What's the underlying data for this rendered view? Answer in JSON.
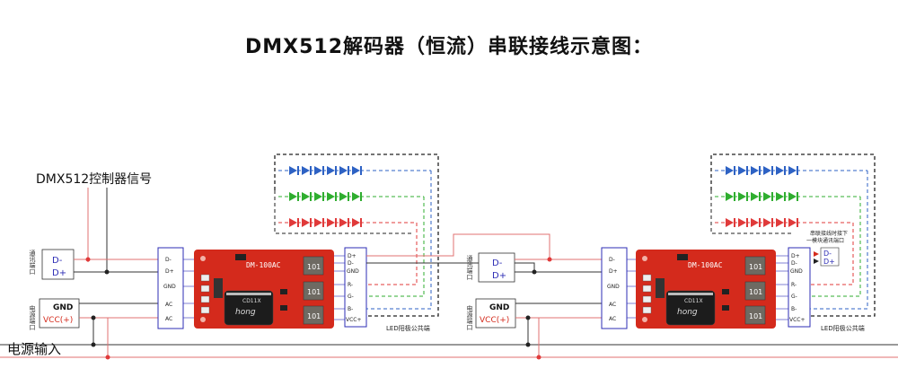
{
  "title": "DMX512解码器（恒流）串联接线示意图：",
  "controller_label": "DMX512控制器信号",
  "power_input_label": "电源输入",
  "module": {
    "model": "DM-100AC",
    "left_pins": [
      "D-",
      "D+",
      "GND",
      "AC",
      "AC"
    ],
    "right_pins": [
      "D+",
      "D-",
      "GND",
      "R-",
      "G-",
      "B-",
      "VCC+"
    ],
    "led_note": "LED阳极公共端",
    "cap_text": "CD11X",
    "cap_brand": "hong",
    "resistor_code": "101"
  },
  "signal_port": {
    "side_label": "通讯端口",
    "pins": [
      "D-",
      "D+"
    ]
  },
  "power_port": {
    "side_label": "电源端口",
    "pins": [
      "GND",
      "VCC(+)"
    ]
  },
  "chain_note": [
    "串联接线时接下",
    "一模块通讯端口"
  ],
  "chain_pins": [
    "D-",
    "D+"
  ],
  "colors": {
    "board": "#d42a1c",
    "red_wire": "#e03a3a",
    "green_wire": "#2fae2f",
    "blue_wire": "#2e62c4",
    "border": "#2d2db5",
    "dashed_box": "#222222"
  }
}
